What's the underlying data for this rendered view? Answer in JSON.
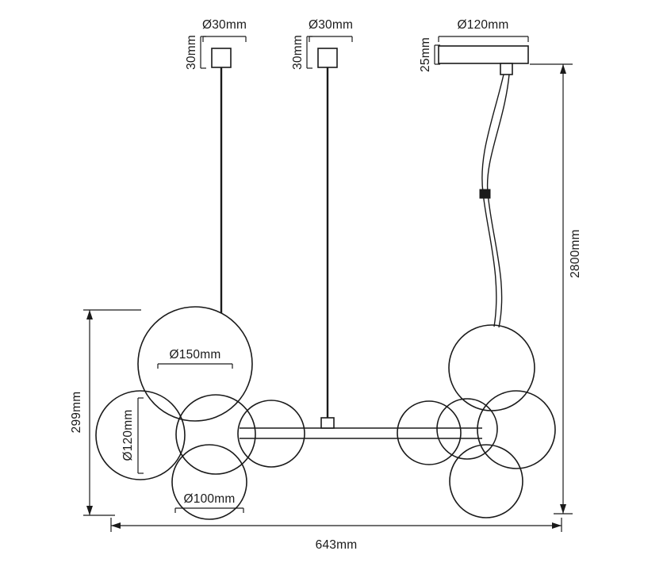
{
  "drawing": {
    "title": "pendant-lamp-dimension-diagram",
    "canopy_left": {
      "diameter_label": "Ø30mm",
      "height_label": "30mm"
    },
    "canopy_middle": {
      "diameter_label": "Ø30mm",
      "height_label": "30mm"
    },
    "canopy_right": {
      "diameter_label": "Ø120mm",
      "height_label": "25mm"
    },
    "spheres": {
      "large_label": "Ø150mm",
      "medium_label": "Ø120mm",
      "small_label": "Ø100mm"
    },
    "overall": {
      "total_height_label": "2800mm",
      "cluster_height_label": "299mm",
      "total_width_label": "643mm"
    },
    "colors": {
      "line": "#1a1a1a",
      "background": "#ffffff"
    }
  }
}
